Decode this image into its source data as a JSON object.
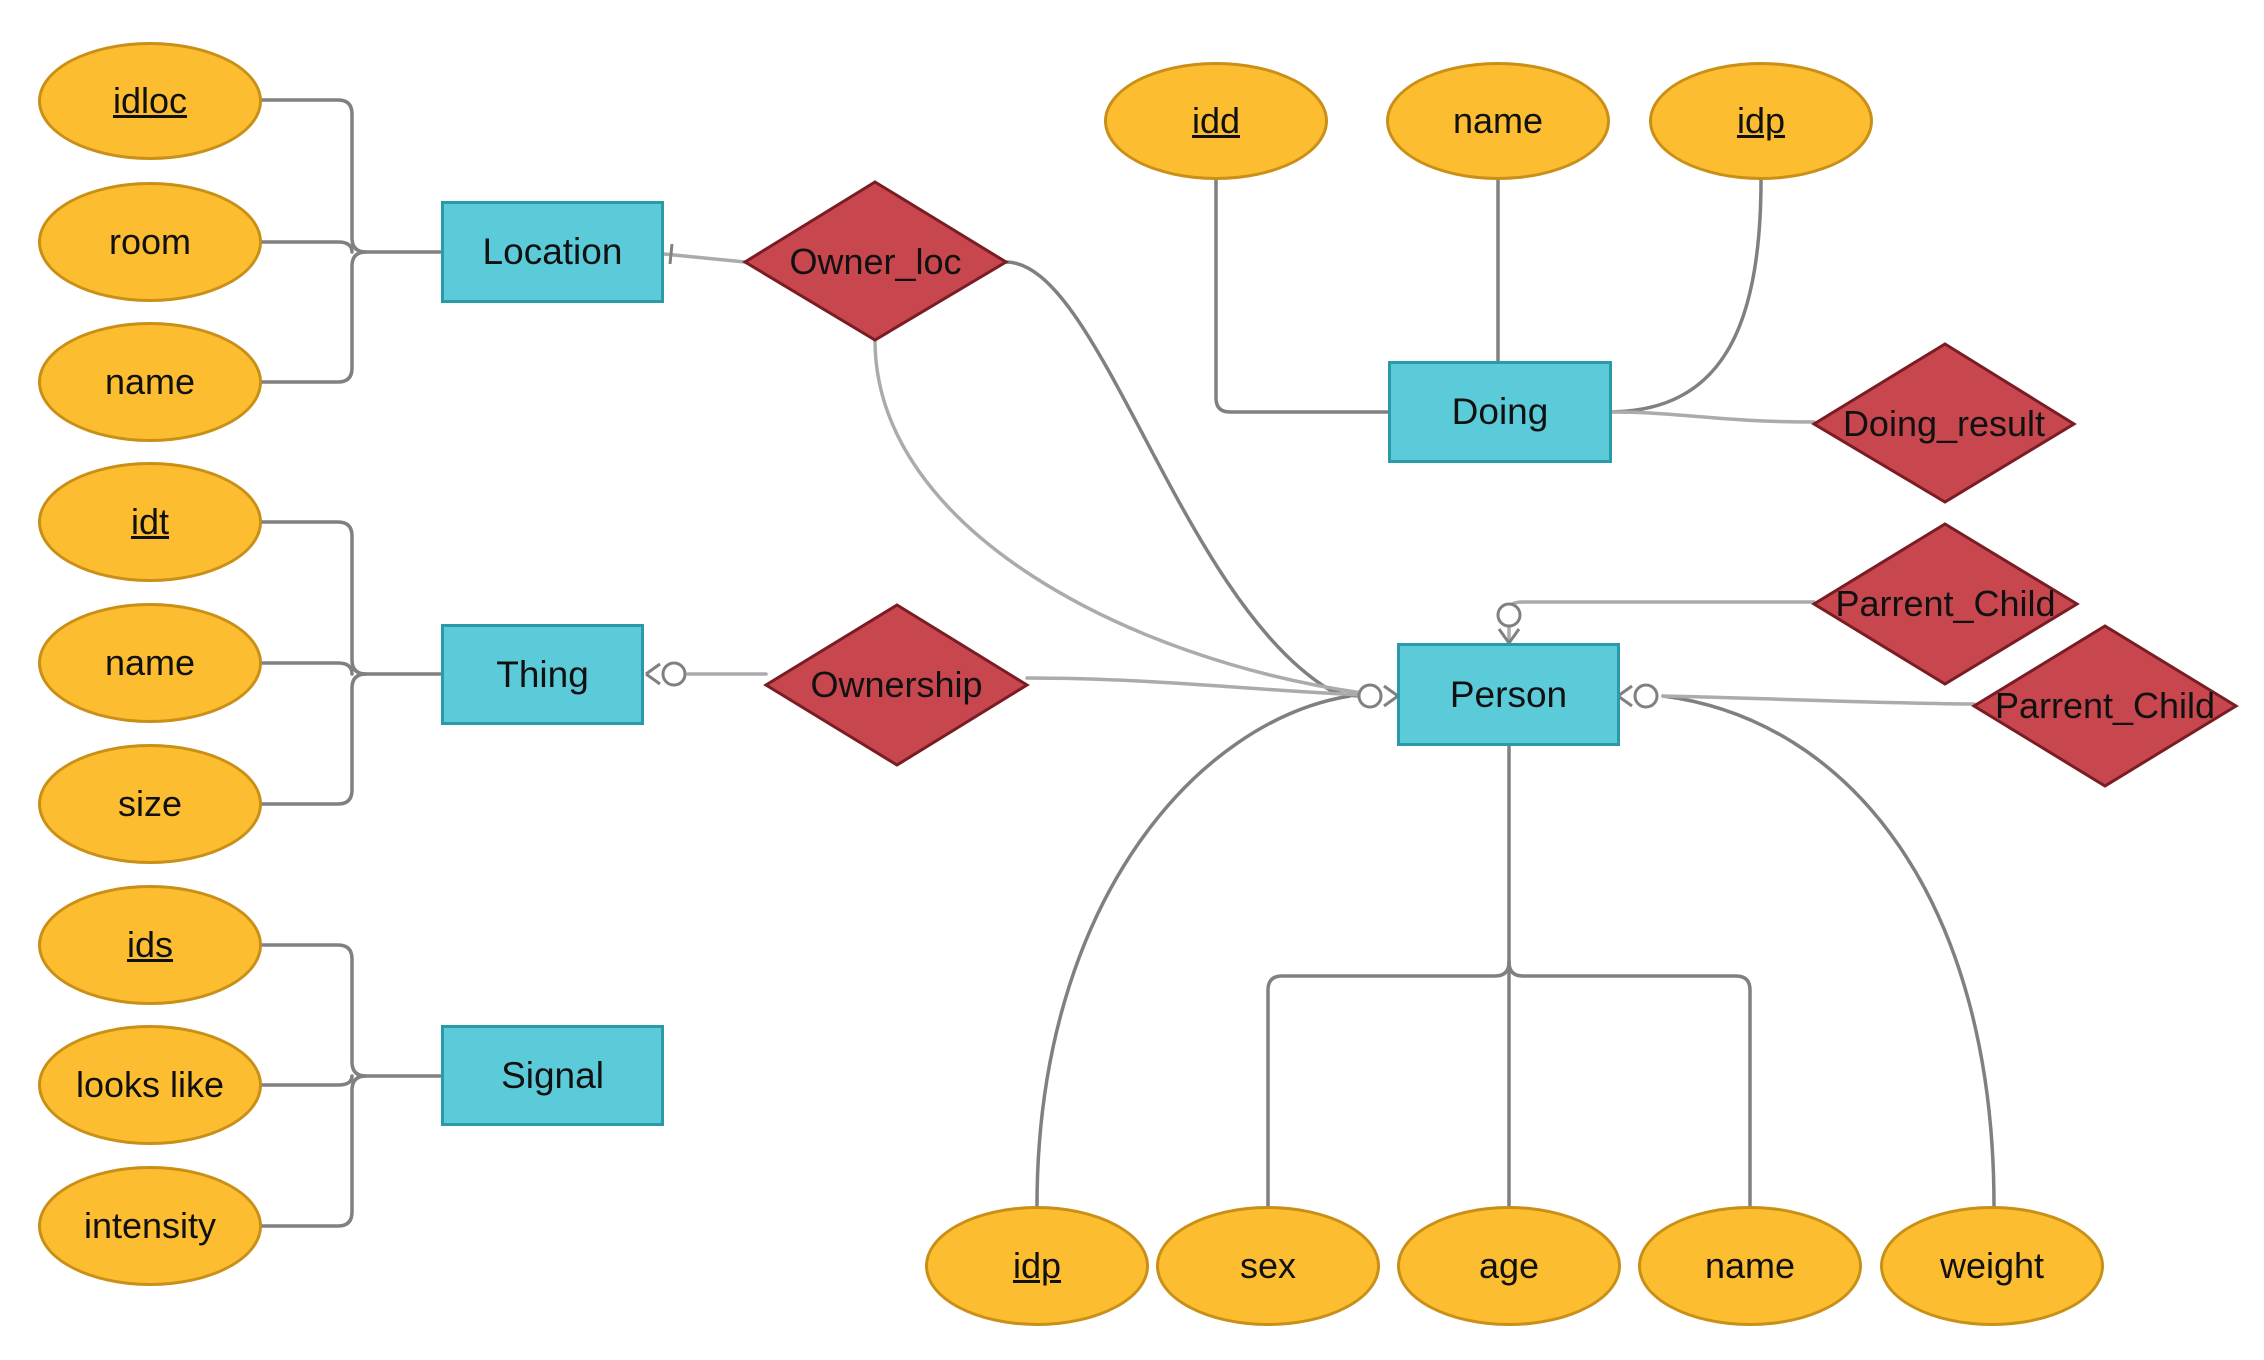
{
  "colors": {
    "attribute_fill": "#fdbd30",
    "attribute_border": "#c98f16",
    "entity_fill": "#5bcbd9",
    "entity_border": "#2a9aa8",
    "relationship_fill": "#c8464e",
    "relationship_border": "#7a1c24",
    "line": "#808080",
    "line_light": "#ababab"
  },
  "entities": {
    "location": "Location",
    "thing": "Thing",
    "signal": "Signal",
    "doing": "Doing",
    "person": "Person"
  },
  "relationships": {
    "owner_loc": "Owner_loc",
    "ownership": "Ownership",
    "doing_result": "Doing_result",
    "parrent_child_1": "Parrent_Child",
    "parrent_child_2": "Parrent_Child"
  },
  "attributes": {
    "location": {
      "idloc": "idloc",
      "room": "room",
      "name": "name"
    },
    "thing": {
      "idt": "idt",
      "name": "name",
      "size": "size"
    },
    "signal": {
      "ids": "ids",
      "looks_like": "looks like",
      "intensity": "intensity"
    },
    "doing": {
      "idd": "idd",
      "name": "name",
      "idp": "idp"
    },
    "person": {
      "idp": "idp",
      "sex": "sex",
      "age": "age",
      "name": "name",
      "weight": "weight"
    }
  }
}
